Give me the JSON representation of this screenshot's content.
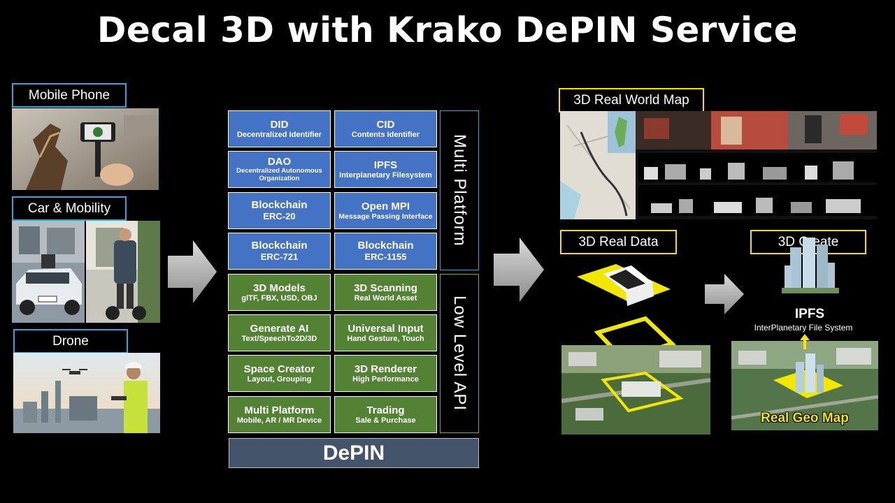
{
  "title": "Decal 3D with Krako DePIN Service",
  "sources": [
    {
      "label": "Mobile Phone"
    },
    {
      "label": "Car & Mobility"
    },
    {
      "label": "Drone"
    }
  ],
  "grid": {
    "blue_cells": [
      {
        "title": "DID",
        "sub": "Decentralized Identifier"
      },
      {
        "title": "CID",
        "sub": "Contents Identifier"
      },
      {
        "title": "DAO",
        "sub": "Decentralized Autonomous Organization"
      },
      {
        "title": "IPFS",
        "sub": "Interplanetary Filesystem"
      },
      {
        "title": "Blockchain",
        "sub": "ERC-20"
      },
      {
        "title": "Open MPI",
        "sub": "Message Passing Interface"
      },
      {
        "title": "Blockchain",
        "sub": "ERC-721"
      },
      {
        "title": "Blockchain",
        "sub": "ERC-1155"
      }
    ],
    "green_cells": [
      {
        "title": "3D Models",
        "sub": "glTF, FBX, USD, OBJ"
      },
      {
        "title": "3D Scanning",
        "sub": "Real World Asset"
      },
      {
        "title": "Generate AI",
        "sub": "Text/SpeechTo2D/3D"
      },
      {
        "title": "Universal Input",
        "sub": "Hand Gesture, Touch"
      },
      {
        "title": "Space Creator",
        "sub": "Layout, Grouping"
      },
      {
        "title": "3D Renderer",
        "sub": "High Performance"
      },
      {
        "title": "Multi Platform",
        "sub": "Mobile, AR / MR Device"
      },
      {
        "title": "Trading",
        "sub": "Sale & Purchase"
      }
    ],
    "side_top": "Multi Platform",
    "side_bottom": "Low Level API",
    "footer": "DePIN"
  },
  "outputs": {
    "world_map_label": "3D Real World Map",
    "real_data_label": "3D Real Data",
    "create_label": "3D Create",
    "ipfs_title": "IPFS",
    "ipfs_sub": "InterPlanetary File System",
    "geo_map_label": "Real Geo Map"
  },
  "colors": {
    "blue_cell": "#4472c4",
    "green_cell": "#548235",
    "footer": "#44546a",
    "label_blue_border": "#29a8e0",
    "label_yellow_border": "#f5e000"
  }
}
